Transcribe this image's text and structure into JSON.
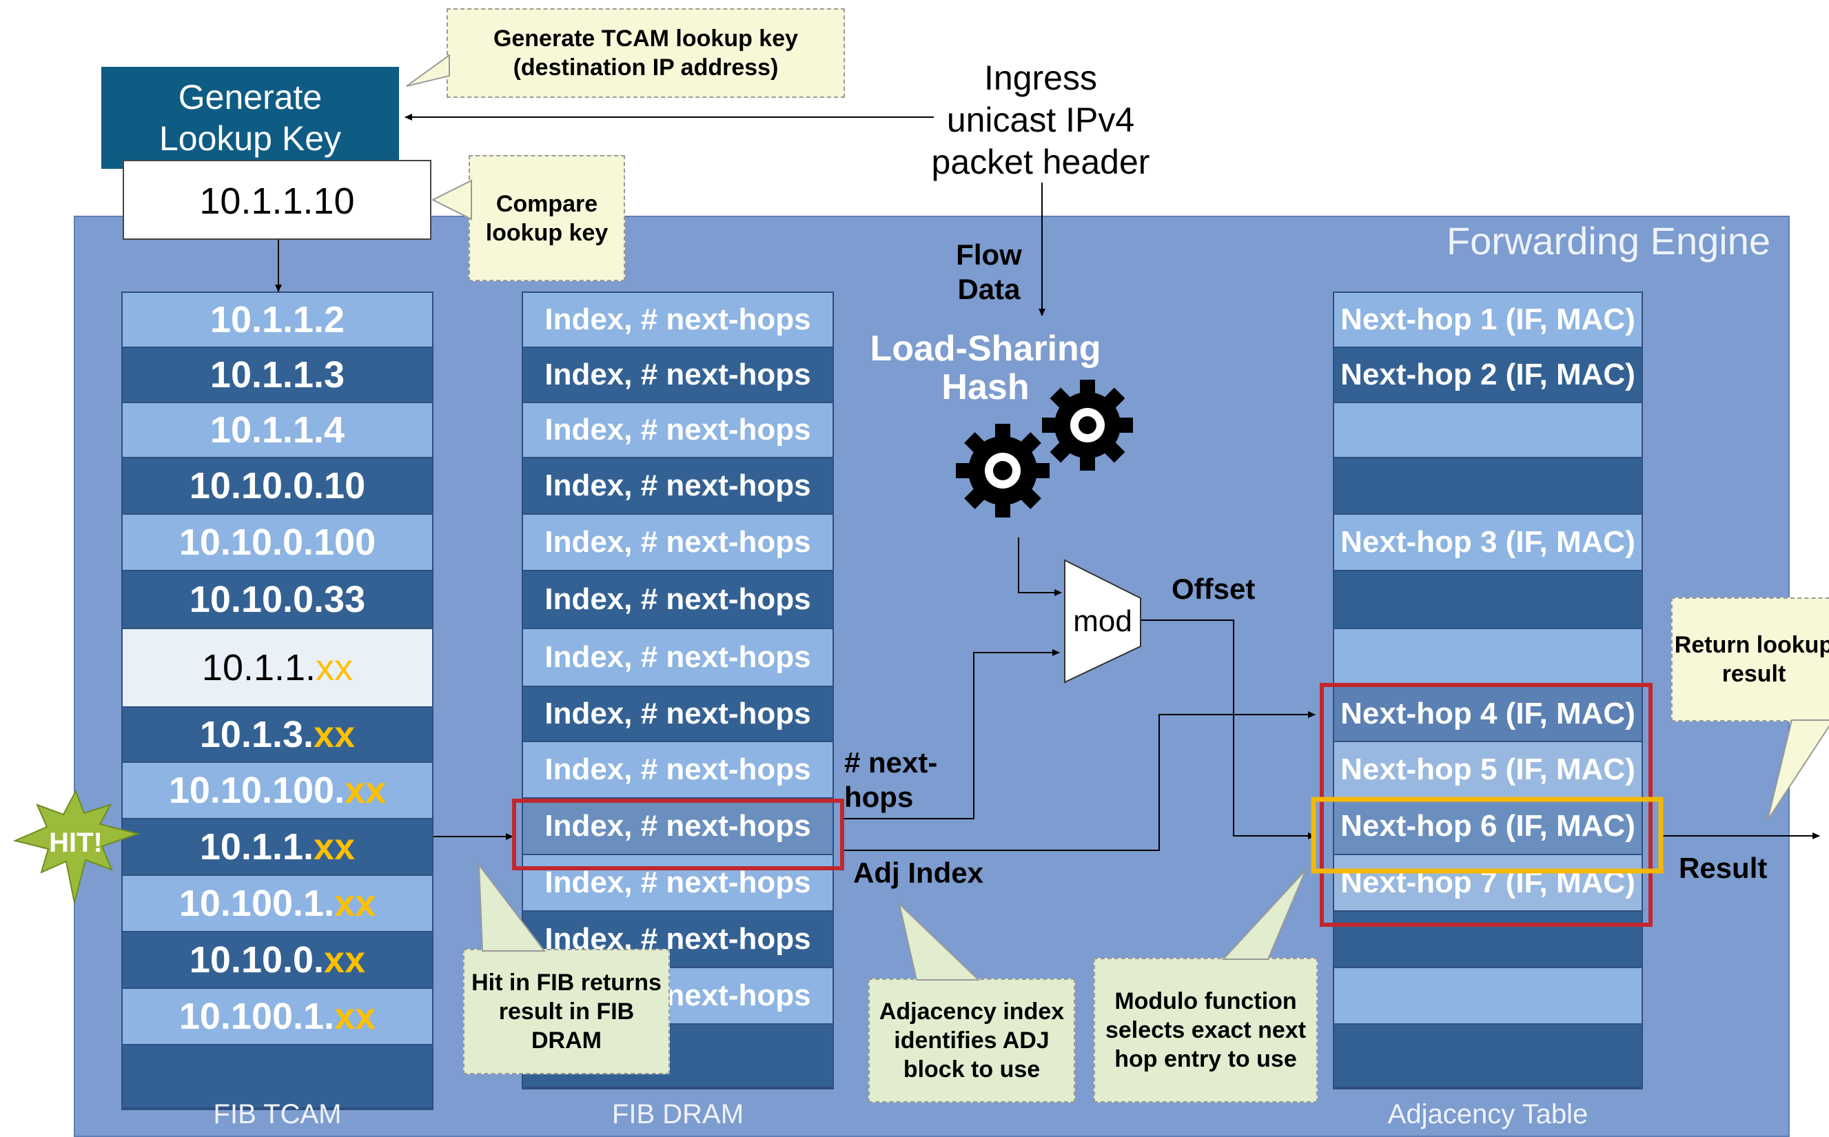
{
  "engine": {
    "title": "Forwarding Engine"
  },
  "generate_key": {
    "label_line1": "Generate",
    "label_line2": "Lookup Key",
    "value": "10.1.1.10"
  },
  "ingress": {
    "line1": "Ingress",
    "line2": "unicast IPv4",
    "line3": "packet header"
  },
  "flow_data": {
    "line1": "Flow",
    "line2": "Data"
  },
  "hash": {
    "line1": "Load-Sharing",
    "line2": "Hash"
  },
  "mod": {
    "label": "mod"
  },
  "labels": {
    "offset": "Offset",
    "next_hops_line1": "# next-",
    "next_hops_line2": "hops",
    "adj_index": "Adj Index",
    "result": "Result",
    "hit": "HIT!"
  },
  "fib_tcam": {
    "caption": "FIB TCAM",
    "rows": [
      {
        "prefix": "10.1.1.2",
        "suffix": ""
      },
      {
        "prefix": "10.1.1.3",
        "suffix": ""
      },
      {
        "prefix": "10.1.1.4",
        "suffix": ""
      },
      {
        "prefix": "10.10.0.10",
        "suffix": ""
      },
      {
        "prefix": "10.10.0.100",
        "suffix": ""
      },
      {
        "prefix": "10.10.0.33",
        "suffix": ""
      },
      {
        "prefix": "10.1.1.",
        "suffix": "xx"
      },
      {
        "prefix": "10.1.3.",
        "suffix": "xx"
      },
      {
        "prefix": "10.10.100.",
        "suffix": "xx"
      },
      {
        "prefix": "10.1.1.",
        "suffix": "xx"
      },
      {
        "prefix": "10.100.1.",
        "suffix": "xx"
      },
      {
        "prefix": "10.10.0.",
        "suffix": "xx"
      },
      {
        "prefix": "10.100.1.",
        "suffix": "xx"
      },
      {
        "prefix": "",
        "suffix": ""
      }
    ]
  },
  "fib_dram": {
    "caption": "FIB DRAM",
    "entry": "Index, # next-hops",
    "rows": 14
  },
  "adjacency": {
    "caption": "Adjacency Table",
    "rows": [
      "Next-hop 1 (IF, MAC)",
      "Next-hop 2 (IF, MAC)",
      "",
      "",
      "Next-hop 3 (IF, MAC)",
      "",
      "",
      "Next-hop 4 (IF, MAC)",
      "Next-hop 5 (IF, MAC)",
      "Next-hop 6 (IF, MAC)",
      "Next-hop 7 (IF, MAC)",
      "",
      "",
      ""
    ]
  },
  "callouts": {
    "generate": "Generate TCAM lookup key (destination IP address)",
    "compare": "Compare lookup key",
    "return": "Return lookup result",
    "hit": "Hit in FIB returns result in FIB DRAM",
    "adj": "Adjacency index identifies ADJ block to use",
    "modulo": "Modulo function selects exact next hop entry to use"
  },
  "colors": {
    "engine": "#7d9ccf",
    "light_row": "#8db4e2",
    "dark_row": "#336194",
    "highlight_red": "#c0282d",
    "highlight_yellow": "#f5b800",
    "suffix": "#ffc000"
  }
}
